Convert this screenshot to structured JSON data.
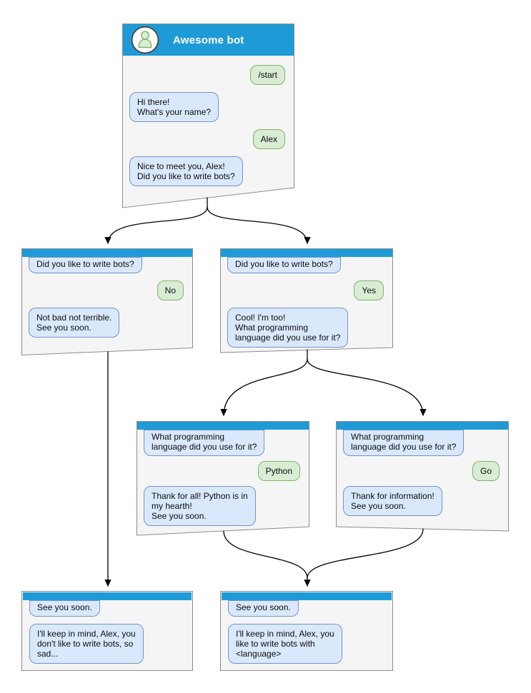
{
  "colors": {
    "header_blue": "#1e9bd7",
    "window_bg": "#f5f5f5",
    "window_border": "#8c8c8c",
    "bot_bubble_bg": "#dae8fc",
    "bot_bubble_border": "#7593c5",
    "user_bubble_bg": "#d9ecd4",
    "user_bubble_border": "#82b366",
    "arrow": "#000000"
  },
  "windows": [
    {
      "id": "root",
      "title": "Awesome bot",
      "avatar_icon": "person-icon",
      "messages": [
        {
          "from": "user",
          "text": "/start"
        },
        {
          "from": "bot",
          "text": "Hi there!\nWhat's your name?"
        },
        {
          "from": "user",
          "text": "Alex"
        },
        {
          "from": "bot",
          "text": "Nice to meet you, Alex!\nDid you like to write bots?"
        }
      ]
    },
    {
      "id": "branch-no",
      "messages": [
        {
          "from": "bot",
          "text": "Did you like to write bots?"
        },
        {
          "from": "user",
          "text": "No"
        },
        {
          "from": "bot",
          "text": "Not bad not terrible.\nSee you soon."
        }
      ]
    },
    {
      "id": "branch-yes",
      "messages": [
        {
          "from": "bot",
          "text": "Did you like to write bots?"
        },
        {
          "from": "user",
          "text": "Yes"
        },
        {
          "from": "bot",
          "text": "Cool! I'm too!\nWhat programming\nlanguage did you use for it?"
        }
      ]
    },
    {
      "id": "branch-python",
      "messages": [
        {
          "from": "bot",
          "text": "What programming\nlanguage did you use for it?"
        },
        {
          "from": "user",
          "text": "Python"
        },
        {
          "from": "bot",
          "text": "Thank for all! Python is in\nmy hearth!\nSee you soon."
        }
      ]
    },
    {
      "id": "branch-go",
      "messages": [
        {
          "from": "bot",
          "text": "What programming\nlanguage did you use for it?"
        },
        {
          "from": "user",
          "text": "Go"
        },
        {
          "from": "bot",
          "text": "Thank for information!\nSee you soon."
        }
      ]
    },
    {
      "id": "end-no",
      "messages": [
        {
          "from": "bot",
          "text": "See you soon."
        },
        {
          "from": "bot",
          "text": "I'll keep in mind, Alex, you\ndon't like to write bots, so\nsad..."
        }
      ]
    },
    {
      "id": "end-yes",
      "messages": [
        {
          "from": "bot",
          "text": "See you soon."
        },
        {
          "from": "bot",
          "text": "I'll keep in mind, Alex, you\nlike to write bots with\n<language>"
        }
      ]
    }
  ],
  "edges": [
    {
      "from": "root",
      "to": "branch-no"
    },
    {
      "from": "root",
      "to": "branch-yes"
    },
    {
      "from": "branch-no",
      "to": "end-no"
    },
    {
      "from": "branch-yes",
      "to": "branch-python"
    },
    {
      "from": "branch-yes",
      "to": "branch-go"
    },
    {
      "from": "branch-python",
      "to": "end-yes"
    },
    {
      "from": "branch-go",
      "to": "end-yes"
    }
  ]
}
